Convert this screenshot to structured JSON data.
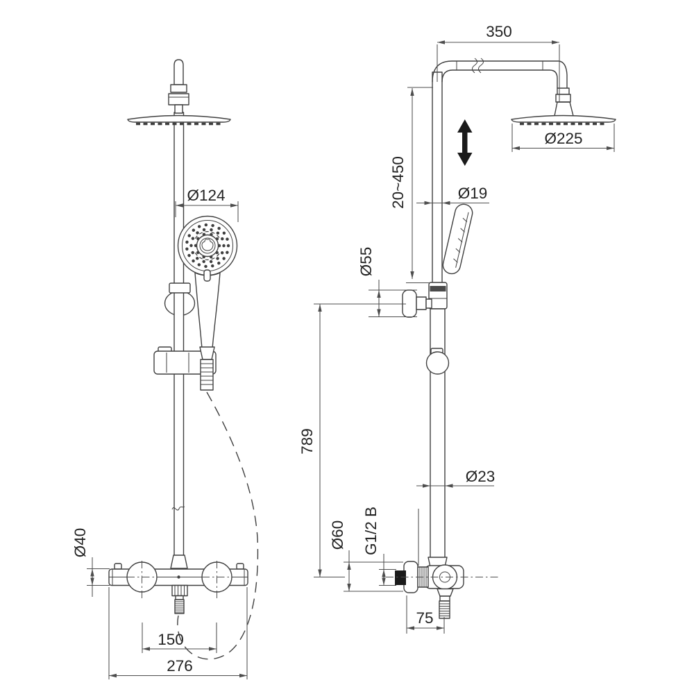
{
  "drawing": {
    "background": "#ffffff",
    "line_color": "#3f3f3f",
    "dimension_line_color": "#4d4d4d",
    "text_color": "#222222",
    "fill_black": "#1a1a1a",
    "front_view": {
      "hand_shower_diameter": "Ø124",
      "valve_body_diameter": "Ø40",
      "inlet_centres": "150",
      "valve_width": "276"
    },
    "side_view": {
      "arm_projection": "350",
      "head_diameter": "Ø225",
      "height_adjustment_range": "20~450",
      "upper_pipe_diameter": "Ø19",
      "bracket_diameter": "Ø55",
      "column_height": "789",
      "lower_pipe_diameter": "Ø23",
      "flange_diameter": "Ø60",
      "outlet_thread": "G1/2 B",
      "outlet_offset": "75"
    },
    "icons": {
      "height_adjust_arrow": "double-headed-vertical-arrow"
    }
  }
}
